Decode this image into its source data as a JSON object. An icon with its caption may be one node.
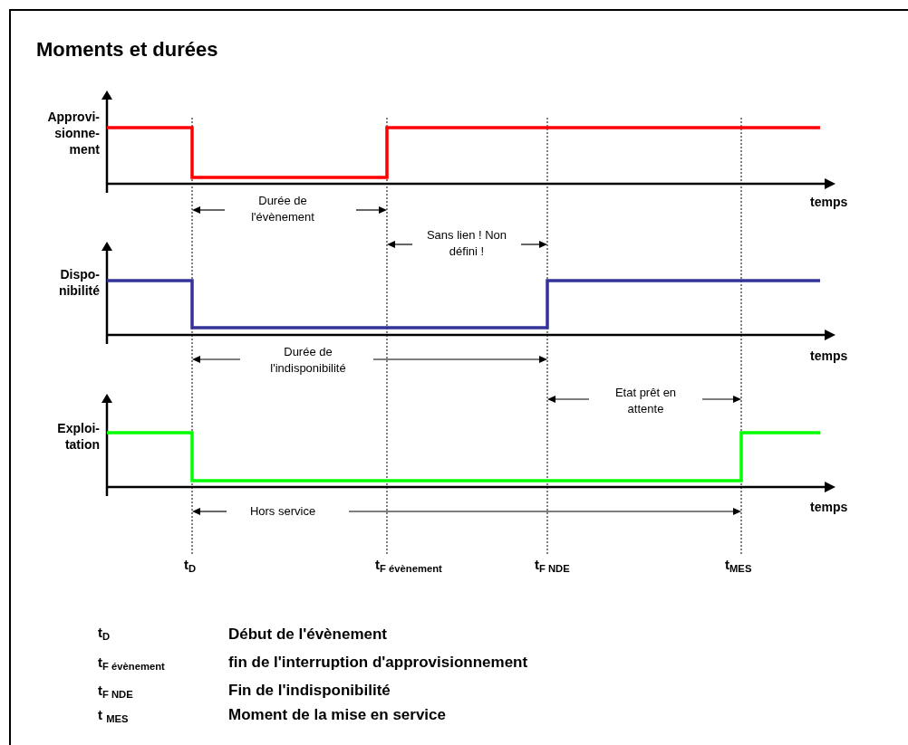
{
  "diagram": {
    "title": "Moments et durées",
    "labels": [
      "Approvi- sionne- ment",
      "temps",
      "Durée de l'évènement",
      "Sans lien ! Non défini !",
      "Dispo- nibilité",
      "temps",
      "Durée de l'indisponibilité",
      "Etat prêt en attente",
      "Exploi- tation",
      "temps",
      "Hors service",
      "t$_{D}$",
      "t$_{F  évènement}$",
      "t$_{F NDE}$",
      "t$_{MES}$",
      "t$_{D}$",
      "Début de l'évènement",
      "t$_{F évènement}$",
      "fin de l'interruption d'approvisionnement",
      "t$_{F  NDE}$",
      "Fin de l'indisponibilité",
      "t $_{MES}$",
      "Moment de la mise en service"
    ]
  }
}
